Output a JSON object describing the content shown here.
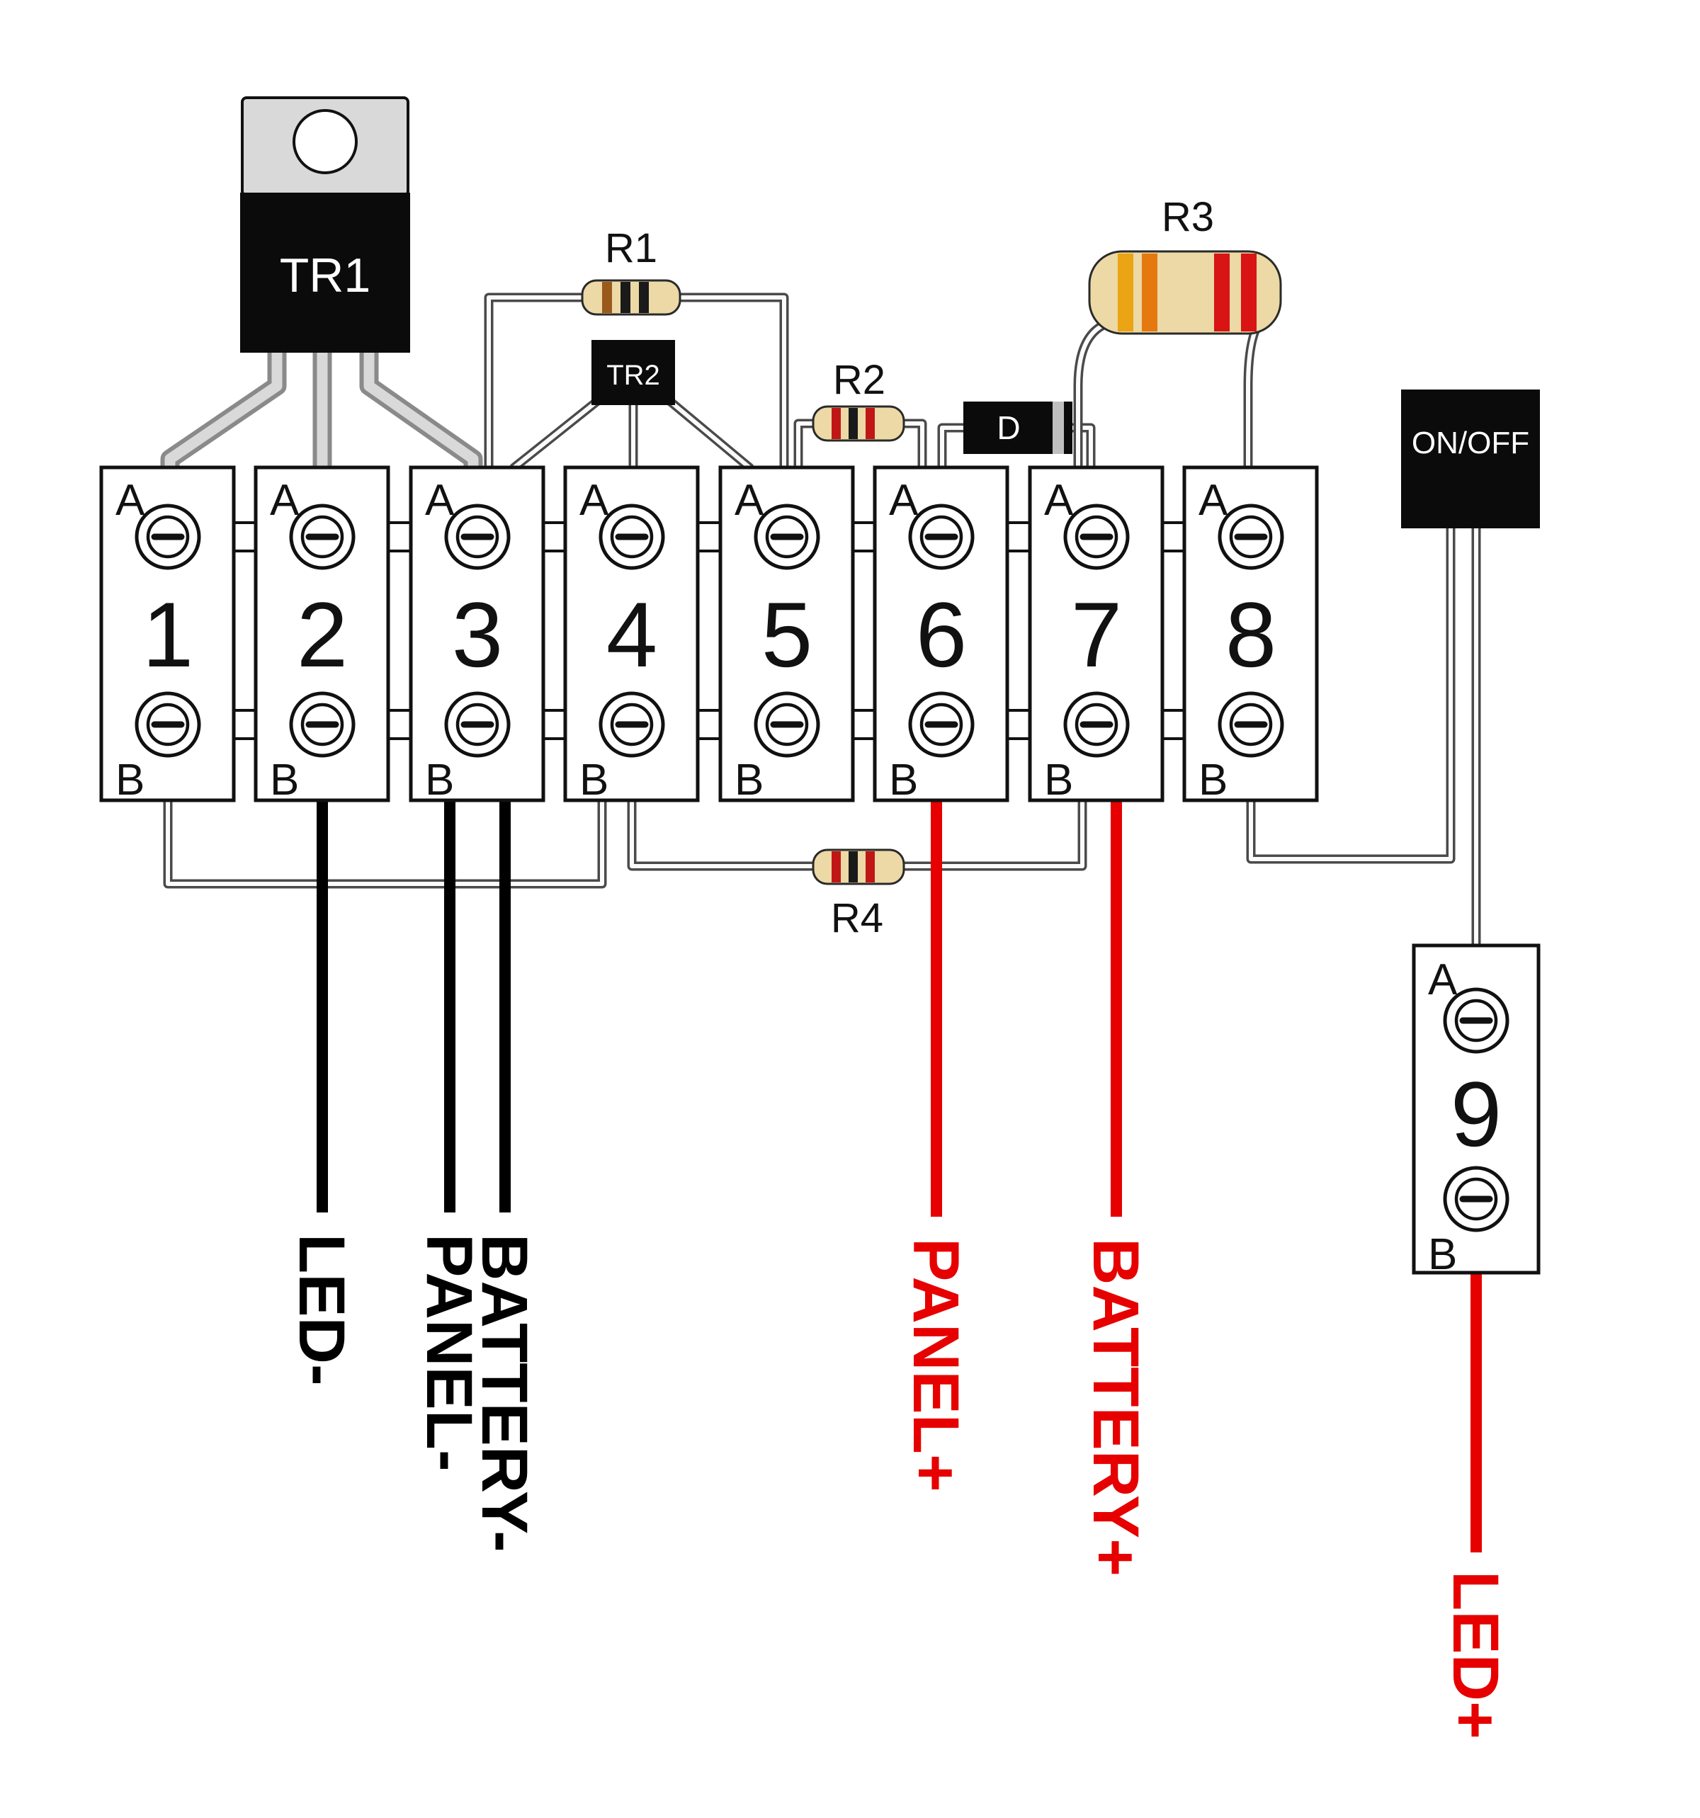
{
  "components": {
    "tr1": {
      "label": "TR1"
    },
    "tr2": {
      "label": "TR2"
    },
    "diode": {
      "label": "D"
    },
    "switch": {
      "label": "ON/OFF"
    },
    "r1": {
      "label": "R1",
      "body_color": "#ecd9a5",
      "bands": [
        "#9a5a1c",
        "#1a1a1a",
        "#1a1a1a"
      ]
    },
    "r2": {
      "label": "R2",
      "body_color": "#ecd9a5",
      "bands": [
        "#c01616",
        "#1a1a1a",
        "#c01616"
      ]
    },
    "r3": {
      "label": "R3",
      "body_color": "#ecd9a5",
      "bands": [
        "#eaa414",
        "#e5790f",
        "#d91414",
        "#d91414"
      ]
    },
    "r4": {
      "label": "R4",
      "body_color": "#ecd9a5",
      "bands": [
        "#c01616",
        "#1a1a1a",
        "#c01616"
      ]
    }
  },
  "terminal_blocks": [
    {
      "number": "1",
      "top": "A",
      "bottom": "B"
    },
    {
      "number": "2",
      "top": "A",
      "bottom": "B"
    },
    {
      "number": "3",
      "top": "A",
      "bottom": "B"
    },
    {
      "number": "4",
      "top": "A",
      "bottom": "B"
    },
    {
      "number": "5",
      "top": "A",
      "bottom": "B"
    },
    {
      "number": "6",
      "top": "A",
      "bottom": "B"
    },
    {
      "number": "7",
      "top": "A",
      "bottom": "B"
    },
    {
      "number": "8",
      "top": "A",
      "bottom": "B"
    },
    {
      "number": "9",
      "top": "A",
      "bottom": "B"
    }
  ],
  "wire_labels": {
    "led_neg": {
      "text": "LED-",
      "color": "#000000"
    },
    "panel_neg": {
      "text": "PANEL-",
      "color": "#000000"
    },
    "battery_neg": {
      "text": "BATTERY-",
      "color": "#000000"
    },
    "panel_pos": {
      "text": "PANEL+",
      "color": "#e60000"
    },
    "battery_pos": {
      "text": "BATTERY+",
      "color": "#e60000"
    },
    "led_pos": {
      "text": "LED+",
      "color": "#e60000"
    }
  }
}
